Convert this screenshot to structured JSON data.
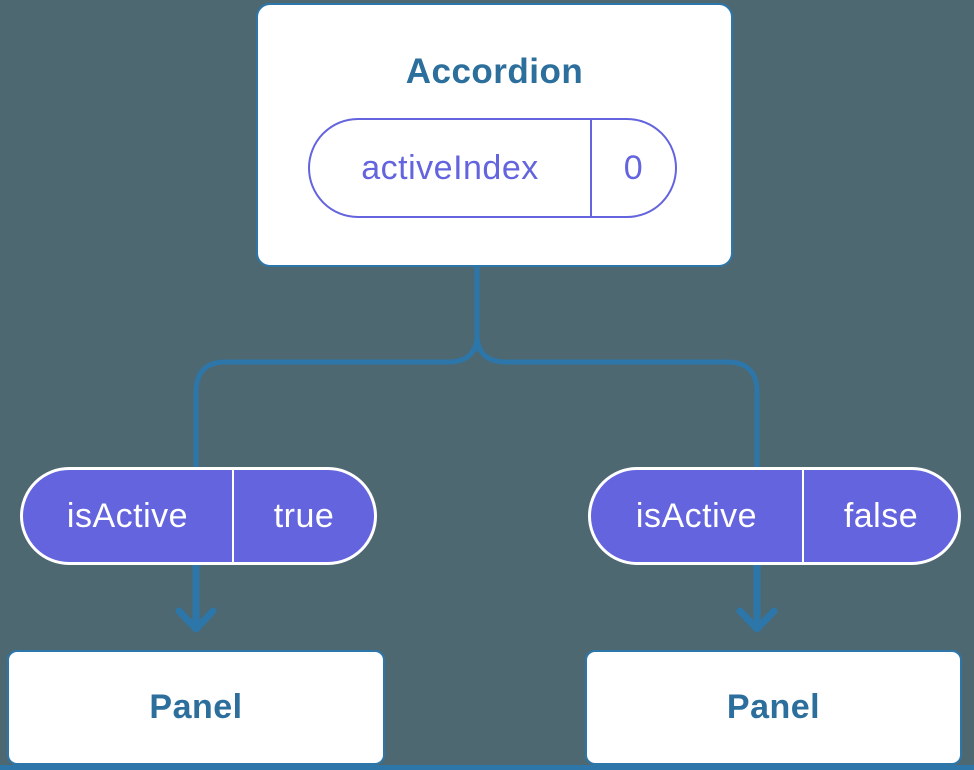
{
  "theme": {
    "background": "#4e6871",
    "line_blue": "#2d76a9",
    "heading_blue": "#2c6e9c",
    "accent_purple": "#6364de",
    "card_white": "#ffffff"
  },
  "diagram": {
    "root": {
      "title": "Accordion",
      "prop_name": "activeIndex",
      "prop_value": "0"
    },
    "children": [
      {
        "prop_name": "isActive",
        "prop_value": "true",
        "panel_label": "Panel"
      },
      {
        "prop_name": "isActive",
        "prop_value": "false",
        "panel_label": "Panel"
      }
    ],
    "icons": {
      "left_arrow": "down-arrow-icon",
      "right_arrow": "down-arrow-icon"
    }
  }
}
